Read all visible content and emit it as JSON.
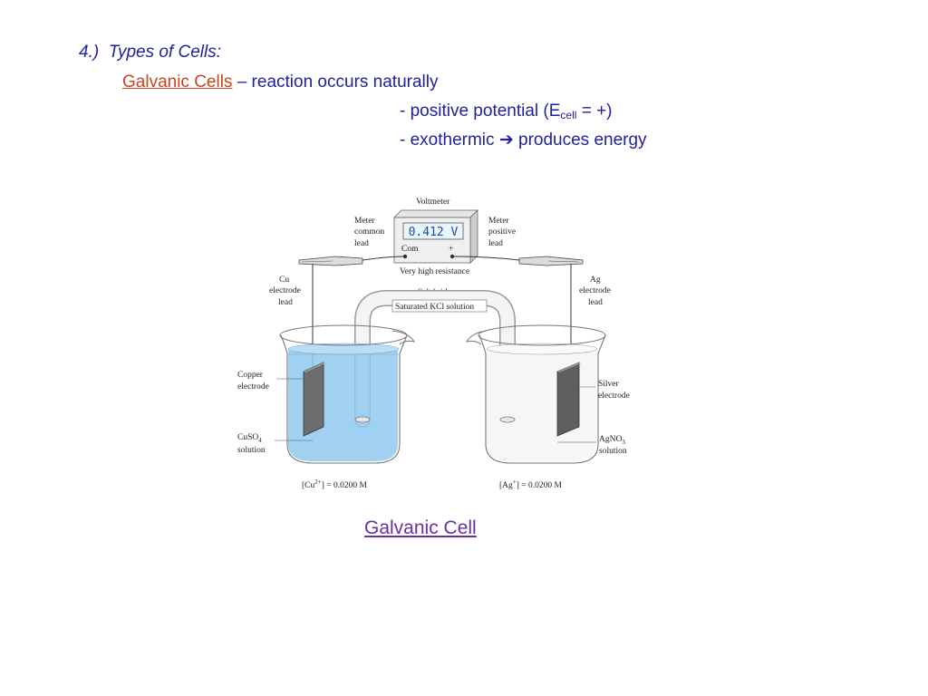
{
  "heading": {
    "number": "4.)",
    "title": "Types of Cells:"
  },
  "galvanic": {
    "link_label": "Galvanic Cells",
    "description": " – reaction occurs naturally",
    "bullet1_prefix": "- positive potential (E",
    "bullet1_sub": "cell",
    "bullet1_suffix": " = +)",
    "bullet2_prefix": "- exothermic ",
    "bullet2_arrow": "➔",
    "bullet2_suffix": " produces energy"
  },
  "diagram": {
    "voltmeter_title": "Voltmeter",
    "display_value": "0.412 V",
    "com_label": "Com",
    "plus_label": "+",
    "resistance_label": "Very high resistance",
    "meter_common_lead": [
      "Meter",
      "common",
      "lead"
    ],
    "meter_positive_lead": [
      "Meter",
      "positive",
      "lead"
    ],
    "cu_electrode_lead": [
      "Cu",
      "electrode",
      "lead"
    ],
    "ag_electrode_lead": [
      "Ag",
      "electrode",
      "lead"
    ],
    "salt_bridge": "Salt bridge",
    "kcl_solution": "Saturated KCl solution",
    "copper_electrode": [
      "Copper",
      "electrode"
    ],
    "silver_electrode": [
      "Silver",
      "electrode"
    ],
    "cuso4_main": "CuSO",
    "cuso4_sub": "4",
    "cuso4_line2": "solution",
    "agno3_main": "AgNO",
    "agno3_sub": "3",
    "agno3_line2": "solution",
    "cu_conc_left": "[Cu",
    "cu_conc_sup": "2+",
    "cu_conc_right": "] = 0.0200 M",
    "ag_conc_left": "[Ag",
    "ag_conc_sup": "+",
    "ag_conc_right": "] = 0.0200 M",
    "colors": {
      "cuso4": "#8fc9ef",
      "electrode_cu": "#7a7a7a",
      "electrode_ag": "#6a6a6a",
      "display": "#1a4ea0"
    }
  },
  "caption_link": "Galvanic Cell"
}
